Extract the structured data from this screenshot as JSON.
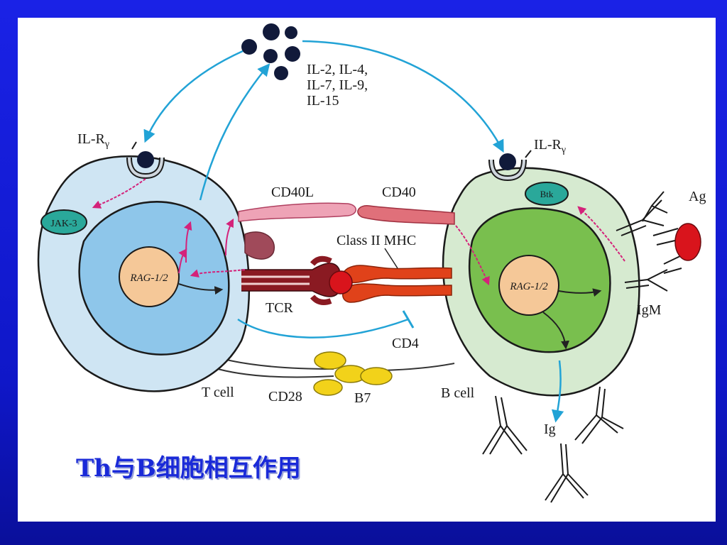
{
  "caption": "Th与B细胞相互作用",
  "labels": {
    "cytokines_line1": "IL-2, IL-4,",
    "cytokines_line2": "IL-7, IL-9,",
    "cytokines_line3": "IL-15",
    "il_r_t": "IL-R",
    "il_r_b": "IL-R",
    "gamma": "γ",
    "jak3": "JAK-3",
    "btk": "Btk",
    "rag_t": "RAG-1/2",
    "rag_b": "RAG-1/2",
    "cd40l": "CD40L",
    "cd40": "CD40",
    "class2mhc": "Class II MHC",
    "tcr": "TCR",
    "cd4": "CD4",
    "cd28": "CD28",
    "b7": "B7",
    "tcell": "T cell",
    "bcell": "B cell",
    "ag": "Ag",
    "igm": "IgM",
    "ig": "Ig"
  },
  "colors": {
    "tcell_outer": "#cfe5f3",
    "tcell_nucleus": "#8ec6ea",
    "bcell_outer": "#d6ead0",
    "bcell_nucleus": "#79bf4e",
    "rag": "#f5c898",
    "cytokine": "#111a3a",
    "flow_arrow": "#22a3d6",
    "signal_arrow": "#d4227a",
    "antigen": "#d9141c"
  }
}
